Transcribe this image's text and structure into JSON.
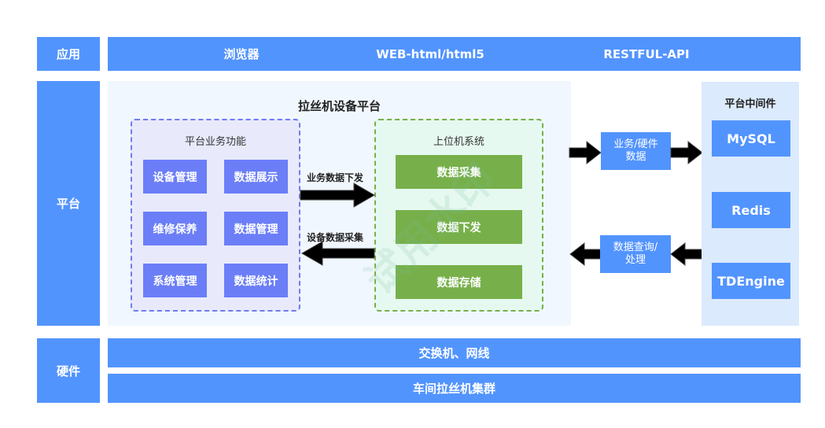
{
  "layers": {
    "application": {
      "label": "应用",
      "items": [
        "浏览器",
        "WEB-html/html5",
        "RESTFUL-API"
      ]
    },
    "platform": {
      "label": "平台",
      "title": "拉丝机设备平台",
      "business_group": {
        "title": "平台业务功能",
        "items": [
          "设备管理",
          "数据展示",
          "维修保养",
          "数据管理",
          "系统管理",
          "数据统计"
        ]
      },
      "upper_computer_group": {
        "title": "上位机系统",
        "items": [
          "数据采集",
          "数据下发",
          "数据存储"
        ]
      },
      "arrows": {
        "to_upper": "业务数据下发",
        "to_business": "设备数据采集"
      },
      "flow_boxes": {
        "outbound": "业务/硬件\n数据",
        "inbound": "数据查询/\n处理"
      },
      "middleware": {
        "title": "平台中间件",
        "items": [
          "MySQL",
          "Redis",
          "TDEngine"
        ]
      }
    },
    "hardware": {
      "label": "硬件",
      "items": [
        "交换机、网线",
        "车间拉丝机集群"
      ]
    }
  },
  "watermark": "试用水印",
  "colors": {
    "layer_blue": "#5294fe",
    "business_blue": "#6b7ef7",
    "upper_green": "#77b04a",
    "platform_bg": "#f1f7fe",
    "middleware_bg": "#dbeafd"
  }
}
